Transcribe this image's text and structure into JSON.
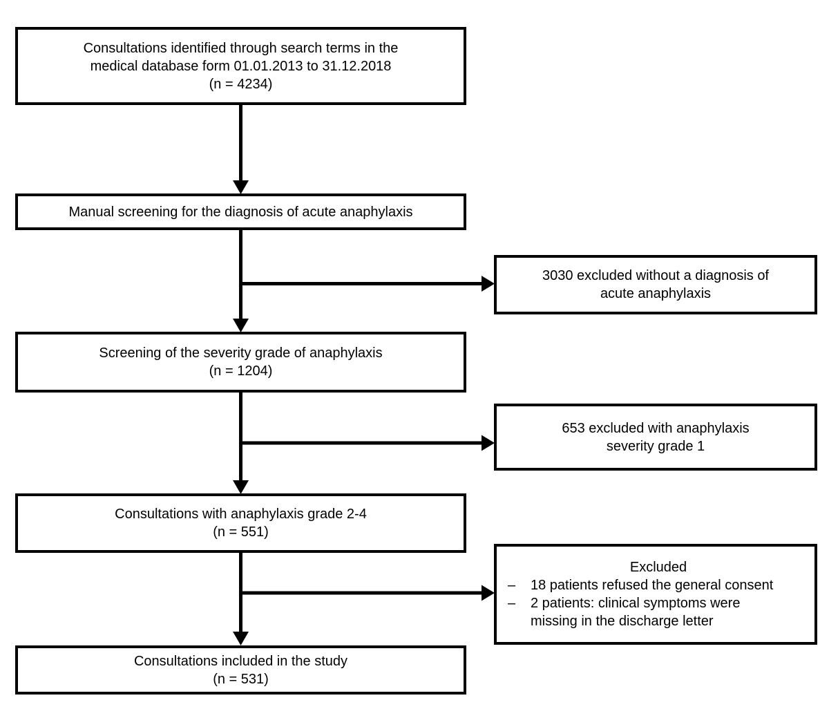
{
  "figure": {
    "type": "study-flow-diagram",
    "colors": {
      "line": "#000000",
      "background": "#ffffff",
      "text": "#000000"
    },
    "main_boxes": [
      {
        "name": "consultations-identified",
        "lines": [
          "Consultations identified through search terms in the",
          "medical database form 01.01.2013 to 31.12.2018",
          "(n = 4234)"
        ]
      },
      {
        "name": "manual-screening",
        "lines": [
          "Manual screening for the diagnosis of acute anaphylaxis"
        ]
      },
      {
        "name": "severity-screening",
        "lines": [
          "Screening of the severity grade of anaphylaxis",
          "(n = 1204)"
        ]
      },
      {
        "name": "grade-2-4-consultations",
        "lines": [
          "Consultations with anaphylaxis grade 2-4",
          "(n = 551)"
        ]
      },
      {
        "name": "included-consultations",
        "lines": [
          "Consultations included in the study",
          "(n = 531)"
        ]
      }
    ],
    "exclusion_boxes": [
      {
        "name": "excluded-no-diagnosis",
        "lines": [
          "3030 excluded without a diagnosis of",
          "acute anaphylaxis"
        ]
      },
      {
        "name": "excluded-severity-grade-1",
        "lines": [
          "653 excluded with anaphylaxis",
          "severity grade 1"
        ]
      },
      {
        "name": "excluded-consent-and-symptoms",
        "title": "Excluded",
        "items": [
          {
            "marker": "–",
            "text": "18 patients refused the general consent"
          },
          {
            "marker": "–",
            "text": "2 patients: clinical symptoms were\nmissing in the discharge letter"
          }
        ]
      }
    ]
  }
}
